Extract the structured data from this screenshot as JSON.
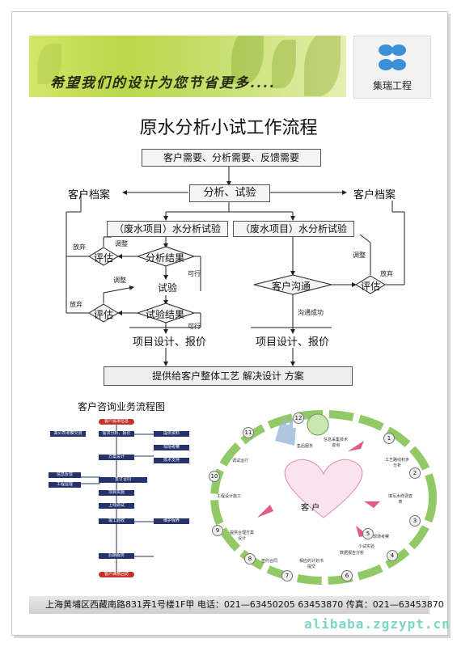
{
  "banner": {
    "slogan": "希望我们的设计为您节省更多....",
    "logo_text": "集瑞工程"
  },
  "title": "原水分析小试工作流程",
  "flow": {
    "top_box": "客户需要、分析需要、反馈需要",
    "left_archive": "客户档案",
    "right_archive": "客户档案",
    "center_box": "分析、试验",
    "left_test": "（废水项目）水分析试验",
    "right_test": "（废水项目）水分析试验",
    "evaluate": "评估",
    "analysis_result": "分析结果",
    "trial": "试验",
    "trial_result": "试验结果",
    "customer_comm": "客户沟通",
    "project_design_left": "项目设计、报价",
    "project_design_right": "项目设计、报价",
    "final_box": "提供给客户整体工艺 解决设计 方案",
    "lbl_giveup": "放弃",
    "lbl_adjust": "调整",
    "lbl_feasible": "可行",
    "lbl_comm_success": "沟通成功"
  },
  "consult": {
    "title": "客户咨询业务流程图",
    "nodes": [
      "客户需求信息",
      "来公司考察交流",
      "需求分析、报价",
      "方案设计",
      "签订合同",
      "项目实施",
      "上线调试",
      "竣工验收",
      "后期服务",
      "客户满意回访"
    ],
    "side_nodes": [
      "提供资料",
      "现场考察",
      "技术支持",
      "信息反馈",
      "工程监理",
      "维护保养"
    ],
    "cycle_center": "客  户",
    "cycle_numbers": [
      "1",
      "2",
      "3",
      "4",
      "5",
      "6",
      "7",
      "8",
      "9",
      "10",
      "11",
      "12"
    ],
    "cycle_labels": [
      "信息采集技术咨询",
      "工艺路线初步分析",
      "填写水样调查表",
      "现场考察",
      "小试实验",
      "数据报告分析",
      "相应的计划书提交",
      "签约合同",
      "提供合理方案设计",
      "工程设计施工",
      "调试运行",
      "售后服务"
    ]
  },
  "footer": "上海黄埔区西藏南路831弄1号楼1F甲    电话：021—63450205  63453870  传真：021—63453870",
  "watermark": "alibaba.zgzypt.cn",
  "colors": {
    "banner_green": "#b9d84a",
    "navy": "#25326d",
    "red": "#c0352a",
    "cycle_green": "#7cc04a"
  }
}
